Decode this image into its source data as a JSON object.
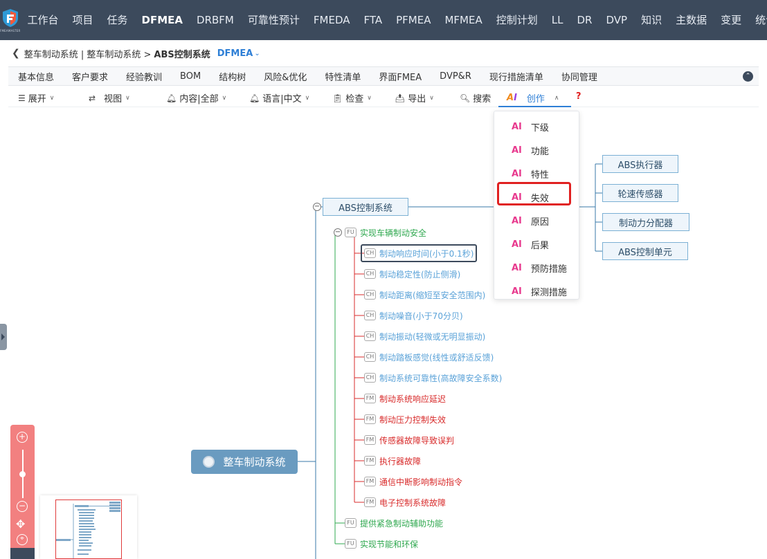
{
  "app": {
    "logo_text": "FMEAMASTER"
  },
  "topnav": {
    "items": [
      "工作台",
      "项目",
      "任务",
      "DFMEA",
      "DRBFM",
      "可靠性预计",
      "FMEDA",
      "FTA",
      "PFMEA",
      "MFMEA",
      "控制计划",
      "LL",
      "DR",
      "DVP",
      "知识",
      "主数据",
      "变更",
      "统计"
    ],
    "active": "DFMEA"
  },
  "breadcrumb": {
    "path": "整车制动系统 | 整车制动系统 >",
    "current": "ABS控制系统",
    "mode": "DFMEA"
  },
  "tabs": [
    "基本信息",
    "客户要求",
    "经验教训",
    "BOM",
    "结构树",
    "风险&优化",
    "特性清单",
    "界面FMEA",
    "DVP&R",
    "现行措施清单",
    "协同管理"
  ],
  "toolbar": {
    "expand": "展开",
    "view": "视图",
    "content": "内容|全部",
    "language": "语言|中文",
    "check": "检查",
    "export": "导出",
    "search": "搜索",
    "create": "创作",
    "help": "?"
  },
  "create_menu": {
    "ai_label": "AI",
    "items": [
      "下级",
      "功能",
      "特性",
      "失效",
      "原因",
      "后果",
      "预防措施",
      "探测措施"
    ],
    "highlighted": "失效"
  },
  "mindmap": {
    "root": "整车制动系统",
    "system": "ABS控制系统",
    "children": [
      "ABS执行器",
      "轮速传感器",
      "制动力分配器",
      "ABS控制单元"
    ],
    "functions": [
      {
        "tag": "FU",
        "label": "实现车辆制动安全",
        "items": [
          {
            "tag": "CH",
            "label": "制动响应时间(小于0.1秒)"
          },
          {
            "tag": "CH",
            "label": "制动稳定性(防止侧滑)"
          },
          {
            "tag": "CH",
            "label": "制动距离(缩短至安全范围内)"
          },
          {
            "tag": "CH",
            "label": "制动噪音(小于70分贝)"
          },
          {
            "tag": "CH",
            "label": "制动振动(轻微或无明显振动)"
          },
          {
            "tag": "CH",
            "label": "制动踏板感觉(线性或舒适反馈)"
          },
          {
            "tag": "CH",
            "label": "制动系统可靠性(高故障安全系数)"
          },
          {
            "tag": "FM",
            "label": "制动系统响应延迟"
          },
          {
            "tag": "FM",
            "label": "制动压力控制失效"
          },
          {
            "tag": "FM",
            "label": "传感器故障导致误判"
          },
          {
            "tag": "FM",
            "label": "执行器故障"
          },
          {
            "tag": "FM",
            "label": "通信中断影响制动指令"
          },
          {
            "tag": "FM",
            "label": "电子控制系统故障"
          }
        ]
      },
      {
        "tag": "FU",
        "label": "提供紧急制动辅助功能",
        "items": []
      },
      {
        "tag": "FU",
        "label": "实现节能和环保",
        "items": []
      }
    ]
  },
  "colors": {
    "nav_bg": "#3c4a5c",
    "accent": "#2e7fd6",
    "function": "#2fa84f",
    "characteristic": "#5aa2d8",
    "failure": "#d82b2b",
    "highlight": "#e02020"
  }
}
